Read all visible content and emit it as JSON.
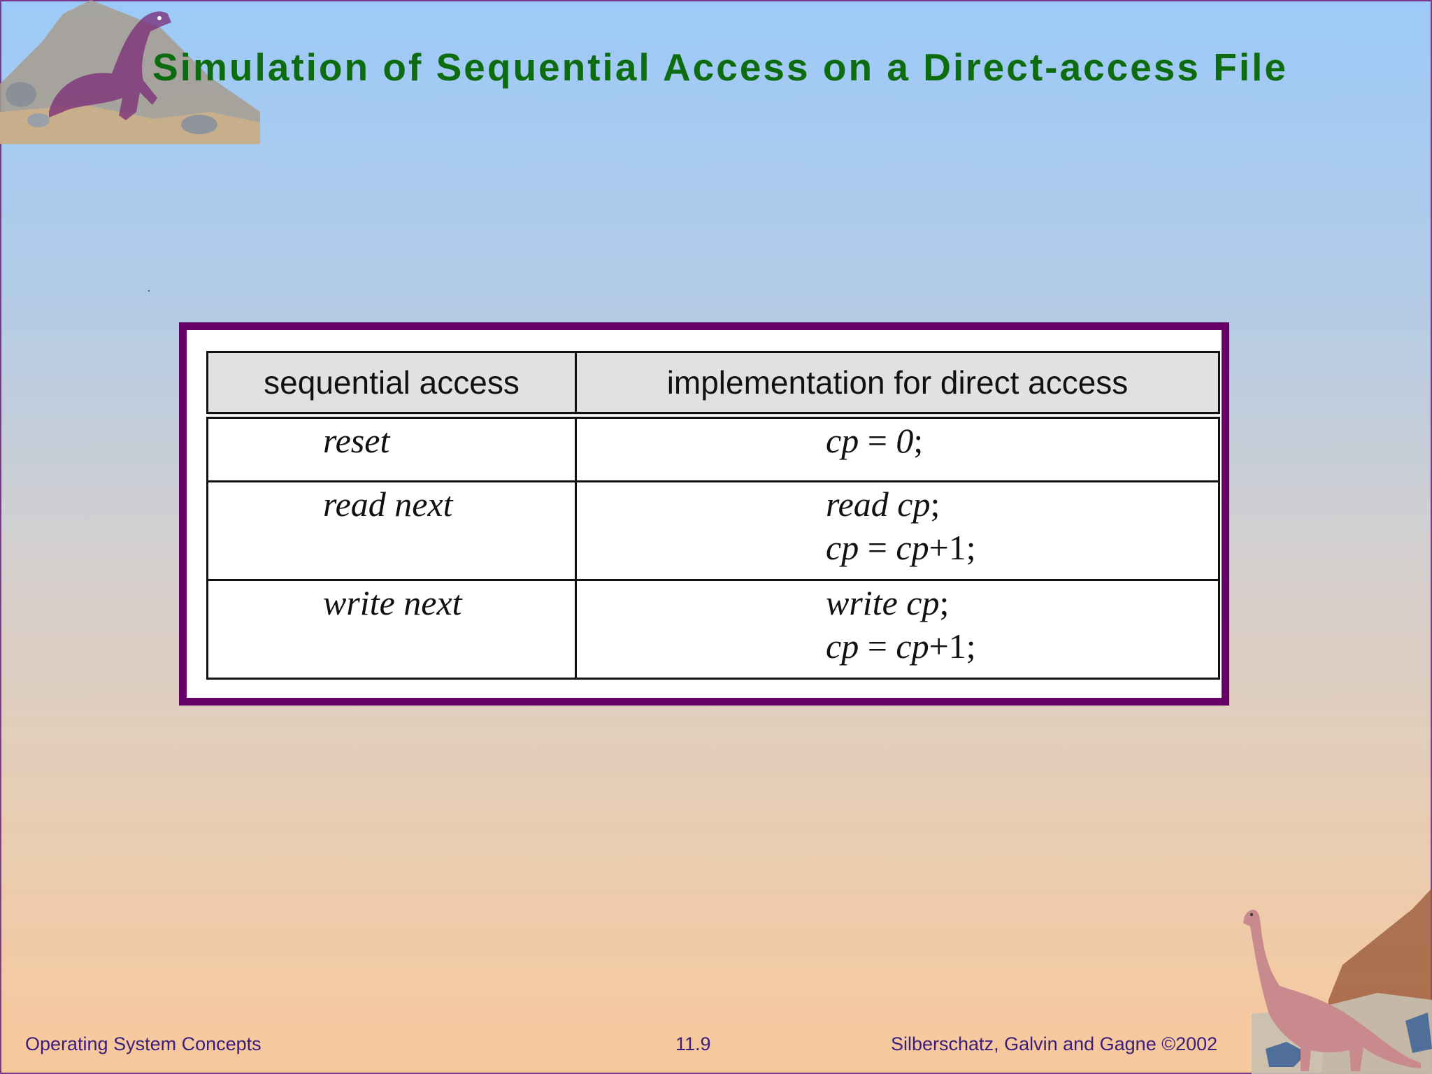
{
  "slide": {
    "title": "Simulation of Sequential Access on a Direct-access File"
  },
  "table": {
    "headers": [
      "sequential access",
      "implementation for direct access"
    ],
    "rows": [
      {
        "operation": "reset",
        "impl_lines": [
          {
            "v1": "cp",
            "op": " = ",
            "v2": "0",
            "tail": ";"
          }
        ]
      },
      {
        "operation": "read next",
        "impl_lines": [
          {
            "v1": "read cp",
            "tail": ";"
          },
          {
            "v1": "cp",
            "op": " = ",
            "v2": "cp",
            "tail": "+1;"
          }
        ]
      },
      {
        "operation": "write next",
        "impl_lines": [
          {
            "v1": "write cp",
            "tail": ";"
          },
          {
            "v1": "cp",
            "op": " = ",
            "v2": "cp",
            "tail": "+1;"
          }
        ]
      }
    ]
  },
  "footer": {
    "left": "Operating System Concepts",
    "center": "11.9",
    "right": "Silberschatz, Galvin and  Gagne ©2002"
  }
}
